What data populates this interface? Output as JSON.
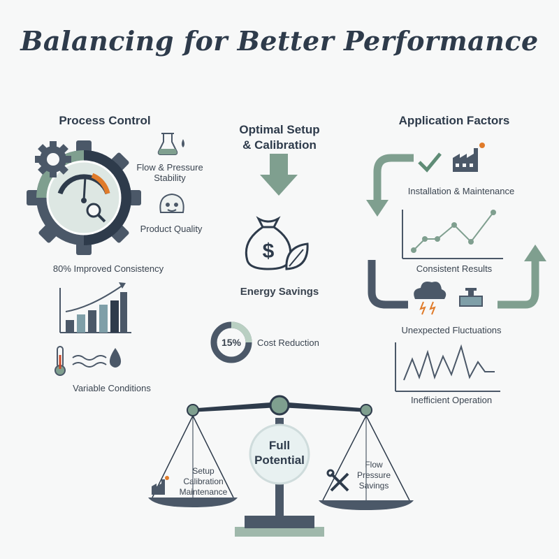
{
  "title": "Balancing for Better Performance",
  "left": {
    "heading": "Process Control",
    "flow_pressure": "Flow & Pressure\nStability",
    "product_quality": "Product Quality",
    "consistency": "80% Improved Consistency",
    "variable": "Variable Conditions"
  },
  "center": {
    "heading": "Optimal Setup\n& Calibration",
    "energy": "Energy Savings",
    "percent": "15%",
    "cost": "Cost Reduction"
  },
  "right": {
    "heading": "Application Factors",
    "install": "Installation & Maintenance",
    "consistent": "Consistent Results",
    "unexpected": "Unexpected Fluctuations",
    "inefficient": "Inefficient Operation"
  },
  "scale": {
    "center": "Full\nPotential",
    "left_pan": "Setup\nCalibration\nMaintenance",
    "right_pan": "Flow\nPressure\nSavings"
  },
  "colors": {
    "navy": "#2e3b4b",
    "slate": "#4b5868",
    "sage": "#7f9f8f",
    "light_sage": "#b9cfc2",
    "orange": "#e07b2a"
  }
}
